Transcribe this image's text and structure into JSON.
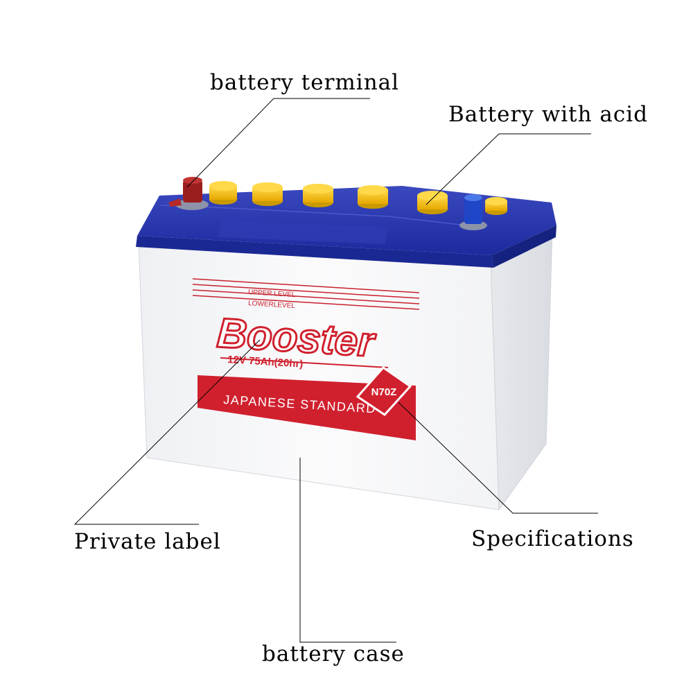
{
  "callouts": {
    "battery_terminal": "battery terminal",
    "battery_with_acid": "Battery with acid",
    "private_label": "Private label",
    "specifications": "Specifications",
    "battery_case": "battery case"
  },
  "battery": {
    "upper_level": "UPPER LEVEL",
    "lower_level": "LOWERLEVEL",
    "brand": "Booster",
    "rating": "12V 75Ah(20hr)",
    "standard": "JAPANESE STANDARD",
    "model": "N70Z"
  },
  "colors": {
    "lid_blue": "#1f2fa6",
    "cap_yellow": "#f5c21a",
    "brand_red": "#d0202e",
    "case_white": "#f6f7f9"
  }
}
